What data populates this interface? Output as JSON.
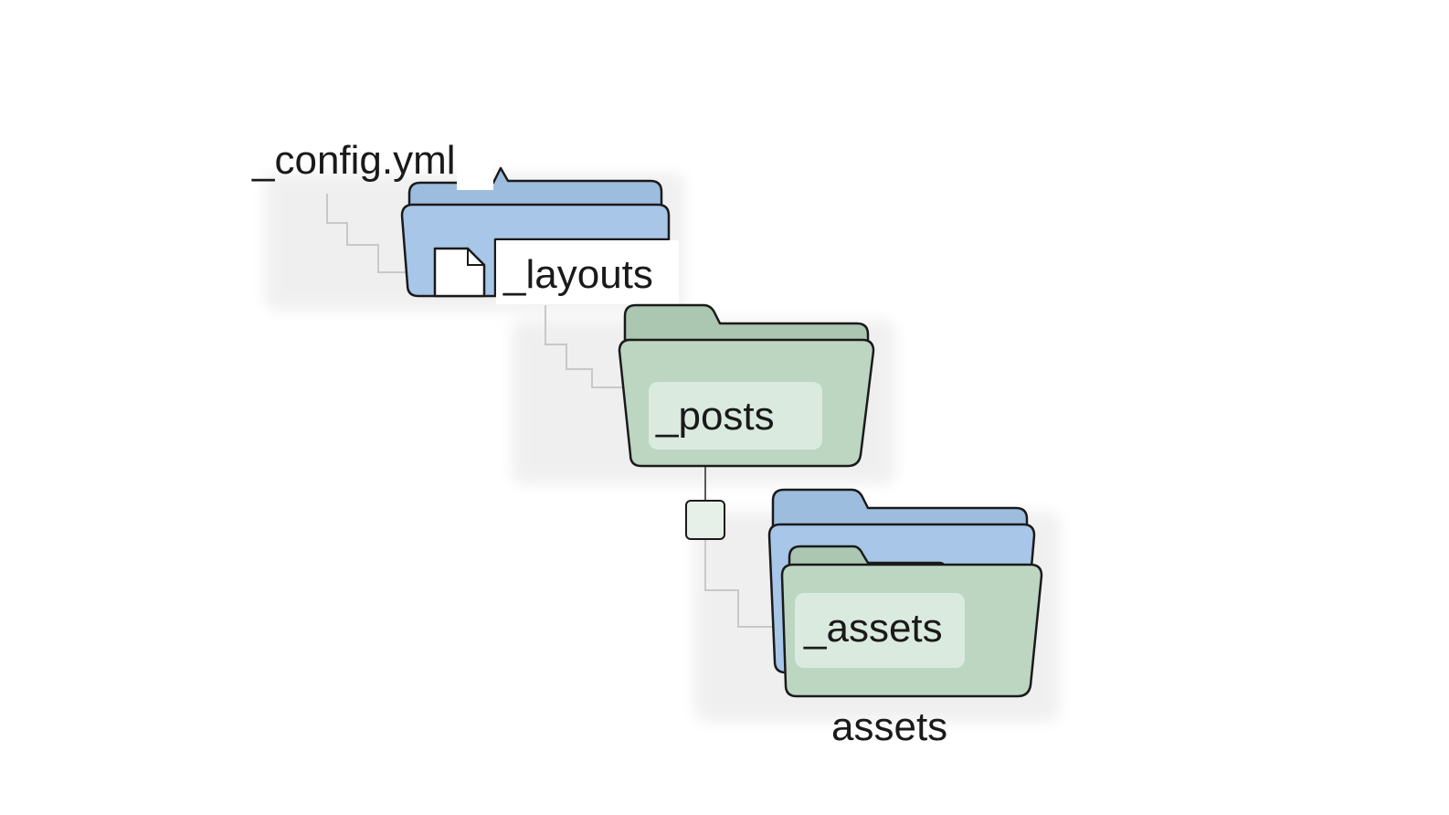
{
  "colors": {
    "blue_folder": "#a7c6e8",
    "blue_folder_back": "#9dbddf",
    "green_folder": "#bcd6c2",
    "green_folder_back": "#abc6b1",
    "label_pill": "#dbeadf",
    "outline": "#1a1a1a",
    "connector": "#c8c8c8"
  },
  "labels": {
    "config": "_config.yml",
    "layouts": "_layouts",
    "posts": "_posts",
    "assets_inner": "_assets",
    "assets_caption": "assets"
  },
  "icons": {
    "config_file": "file-icon",
    "layouts_folder": "folder-icon",
    "posts_folder": "folder-icon",
    "assets_folder_stack": "folder-stack-icon",
    "junction_node": "square-node-icon"
  }
}
